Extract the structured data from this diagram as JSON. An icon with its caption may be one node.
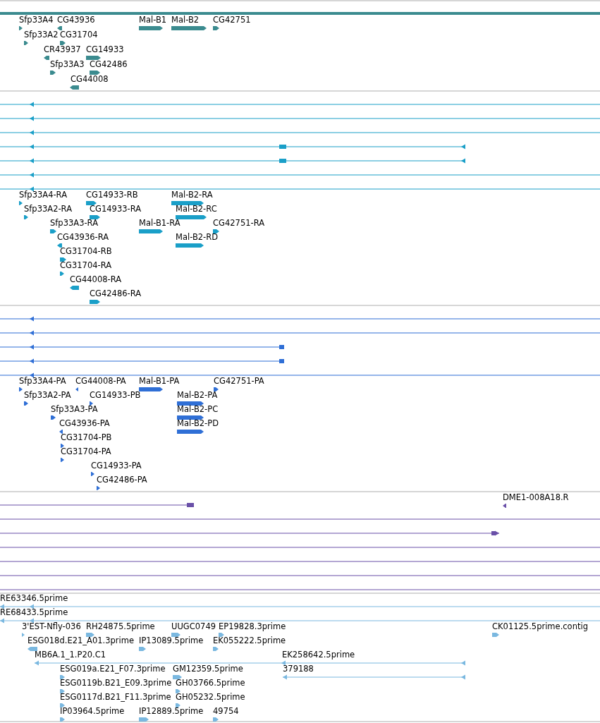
{
  "diagram": {
    "labels": [
      "Sfp33A4",
      "CG43936",
      "Mal-B1",
      "Mal-B2",
      "CG42751",
      "Sfp33A2",
      "CG31704",
      "CR43937",
      "CG14933",
      "Sfp33A3",
      "CG42486",
      "CG44008",
      "Sfp33A4-RA",
      "CG14933-RB",
      "Mal-B2-RA",
      "Sfp33A2-RA",
      "CG14933-RA",
      "Mal-B2-RC",
      "Sfp33A3-RA",
      "Mal-B1-RA",
      "CG42751-RA",
      "CG43936-RA",
      "Mal-B2-RD",
      "CG31704-RB",
      "CG31704-RA",
      "CG44008-RA",
      "CG42486-RA",
      "Sfp33A4-PA",
      "CG44008-PA",
      "Mal-B1-PA",
      "CG42751-PA",
      "Sfp33A2-PA",
      "CG14933-PB",
      "Mal-B2-PA",
      "Sfp33A3-PA",
      "Mal-B2-PC",
      "CG43936-PA",
      "Mal-B2-PD",
      "CG31704-PB",
      "CG31704-PA",
      "CG14933-PA",
      "CG42486-PA",
      "DME1-008A18.R",
      "RE63346.5prime",
      "RE68433.5prime",
      "3'EST-Nfly-036",
      "RH24875.5prime",
      "UUGC0749",
      "EP19828.3prime",
      "CK01125.5prime.contig",
      "ESG018d.E21_A01.3prime",
      "IP13089.5prime",
      "EK055222.5prime",
      "MB6A.1_1.P20.C1",
      "EK258642.5prime",
      "ESG019a.E21_F07.3prime",
      "GM12359.5prime",
      "379188",
      "ESG0119b.B21_E09.3prime",
      "GH03766.5prime",
      "ESG0117d.B21_F11.3prime",
      "GH05232.5prime",
      "IP03964.5prime",
      "IP12889.5prime",
      "49754"
    ]
  }
}
